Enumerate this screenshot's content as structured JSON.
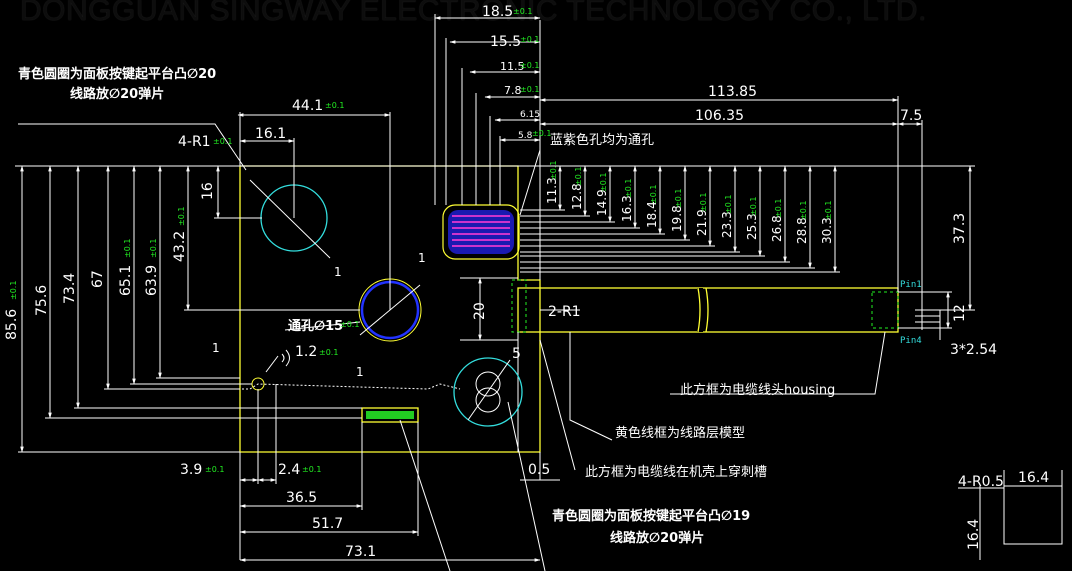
{
  "banner": "DONGGUAN SINGWAY ELECTRONIC TECHNOLOGY CO., LTD.",
  "colors": {
    "background": "#000000",
    "white": "#ffffff",
    "yellow": "#ffff33",
    "cyan": "#33dddd",
    "green": "#22ee22",
    "blue": "#2233ff",
    "magenta": "#cc33cc"
  },
  "notes": {
    "cyan_circle_20_l1": "青色圆圈为面板按键起平台凸∅20",
    "cyan_circle_20_l2": "线路放∅20弹片",
    "blue_purple_holes": "蓝紫色孔均为通孔",
    "through_hole": "通孔∅15",
    "housing_box": "此方框为电缆线头housing",
    "yellow_frame": "黄色线框为线路层模型",
    "slot_box": "此方框为电缆线在机壳上穿刺槽",
    "cyan_circle_19_l1": "青色圆圈为面板按键起平台凸∅19",
    "cyan_circle_19_l2": "线路放∅20弹片"
  },
  "dims": {
    "d18_5": "18.5",
    "d15_5": "15.5",
    "d11_5": "11.5",
    "d7_8": "7.8",
    "d6_15": "6.15",
    "d5_8": "5.8",
    "d113_85": "113.85",
    "d106_35": "106.35",
    "d7_5": "7.5",
    "d44_1": "44.1",
    "d16_1": "16.1",
    "d4r1": "4-R1",
    "d16": "16",
    "d1_a": "1",
    "d1_b": "1",
    "d1_c": "1",
    "d1_d": "1",
    "d85_6": "85.6",
    "d75_6": "75.6",
    "d73_4": "73.4",
    "d67": "67",
    "d65_1": "65.1",
    "d63_9": "63.9",
    "d43_2": "43.2",
    "d1_2": "1.2",
    "d20": "20",
    "d2r1": "2-R1",
    "d5": "5",
    "d37_3": "37.3",
    "d12": "12",
    "d3x254": "3*2.54",
    "d0_5": "0.5",
    "d3_9": "3.9",
    "d2_4": "2.4",
    "d36_5": "36.5",
    "d51_7": "51.7",
    "d73_1": "73.1",
    "d4r05": "4-R0.5",
    "d16_4a": "16.4",
    "d16_4b": "16.4",
    "v11_3": "11.3",
    "v12_8": "12.8",
    "v14_9": "14.9",
    "v16_3": "16.3",
    "v18_4": "18.4",
    "v19_8": "19.8",
    "v21_9": "21.9",
    "v23_3": "23.3",
    "v25_3": "25.3",
    "v26_8": "26.8",
    "v28_8": "28.8",
    "v30_3": "30.3"
  },
  "tol": "±0.1",
  "pins": {
    "pin1": "Pin1",
    "pin4": "Pin4"
  }
}
